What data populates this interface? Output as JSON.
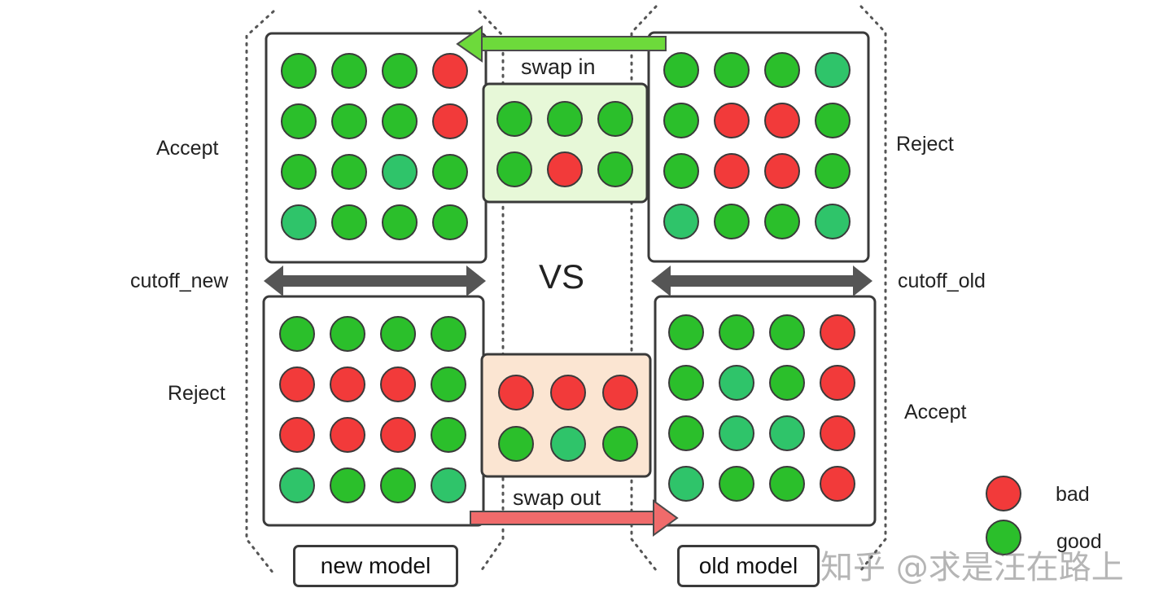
{
  "labels": {
    "accept_left": "Accept",
    "reject_left": "Reject",
    "reject_right": "Reject",
    "accept_right": "Accept",
    "cutoff_new": "cutoff_new",
    "cutoff_old": "cutoff_old",
    "swap_in": "swap in",
    "swap_out": "swap out",
    "vs": "VS",
    "new_model": "new model",
    "old_model": "old model"
  },
  "legend": [
    {
      "label": "bad",
      "color": "#F23A3A"
    },
    {
      "label": "good",
      "color": "#2BBF2B"
    }
  ],
  "watermark": "知乎 @求是汪在路上",
  "colors": {
    "bad": "#F23A3A",
    "good": "#2BBF2B",
    "good_alt": "#2FC46A",
    "swap_in_fill": "#E7F8D8",
    "swap_out_fill": "#FBE5D2",
    "swap_in_arrow": "#6DDA3B",
    "swap_out_arrow": "#F06B6B",
    "cutoff_arrow": "#555555"
  },
  "grids": {
    "new_accept": [
      [
        "good",
        "good",
        "good",
        "bad"
      ],
      [
        "good",
        "good",
        "good",
        "bad"
      ],
      [
        "good",
        "good",
        "good_alt",
        "good"
      ],
      [
        "good_alt",
        "good",
        "good",
        "good"
      ]
    ],
    "new_reject": [
      [
        "good",
        "good",
        "good",
        "good"
      ],
      [
        "bad",
        "bad",
        "bad",
        "good"
      ],
      [
        "bad",
        "bad",
        "bad",
        "good"
      ],
      [
        "good_alt",
        "good",
        "good",
        "good_alt"
      ]
    ],
    "old_reject": [
      [
        "good",
        "good",
        "good",
        "good_alt"
      ],
      [
        "good",
        "bad",
        "bad",
        "good"
      ],
      [
        "good",
        "bad",
        "bad",
        "good"
      ],
      [
        "good_alt",
        "good",
        "good",
        "good_alt"
      ]
    ],
    "old_accept": [
      [
        "good",
        "good",
        "good",
        "bad"
      ],
      [
        "good",
        "good_alt",
        "good",
        "bad"
      ],
      [
        "good",
        "good_alt",
        "good_alt",
        "bad"
      ],
      [
        "good_alt",
        "good",
        "good",
        "bad"
      ]
    ],
    "swap_in": [
      [
        "good",
        "good",
        "good"
      ],
      [
        "good",
        "bad",
        "good"
      ]
    ],
    "swap_out": [
      [
        "bad",
        "bad",
        "bad"
      ],
      [
        "good",
        "good_alt",
        "good"
      ]
    ]
  }
}
